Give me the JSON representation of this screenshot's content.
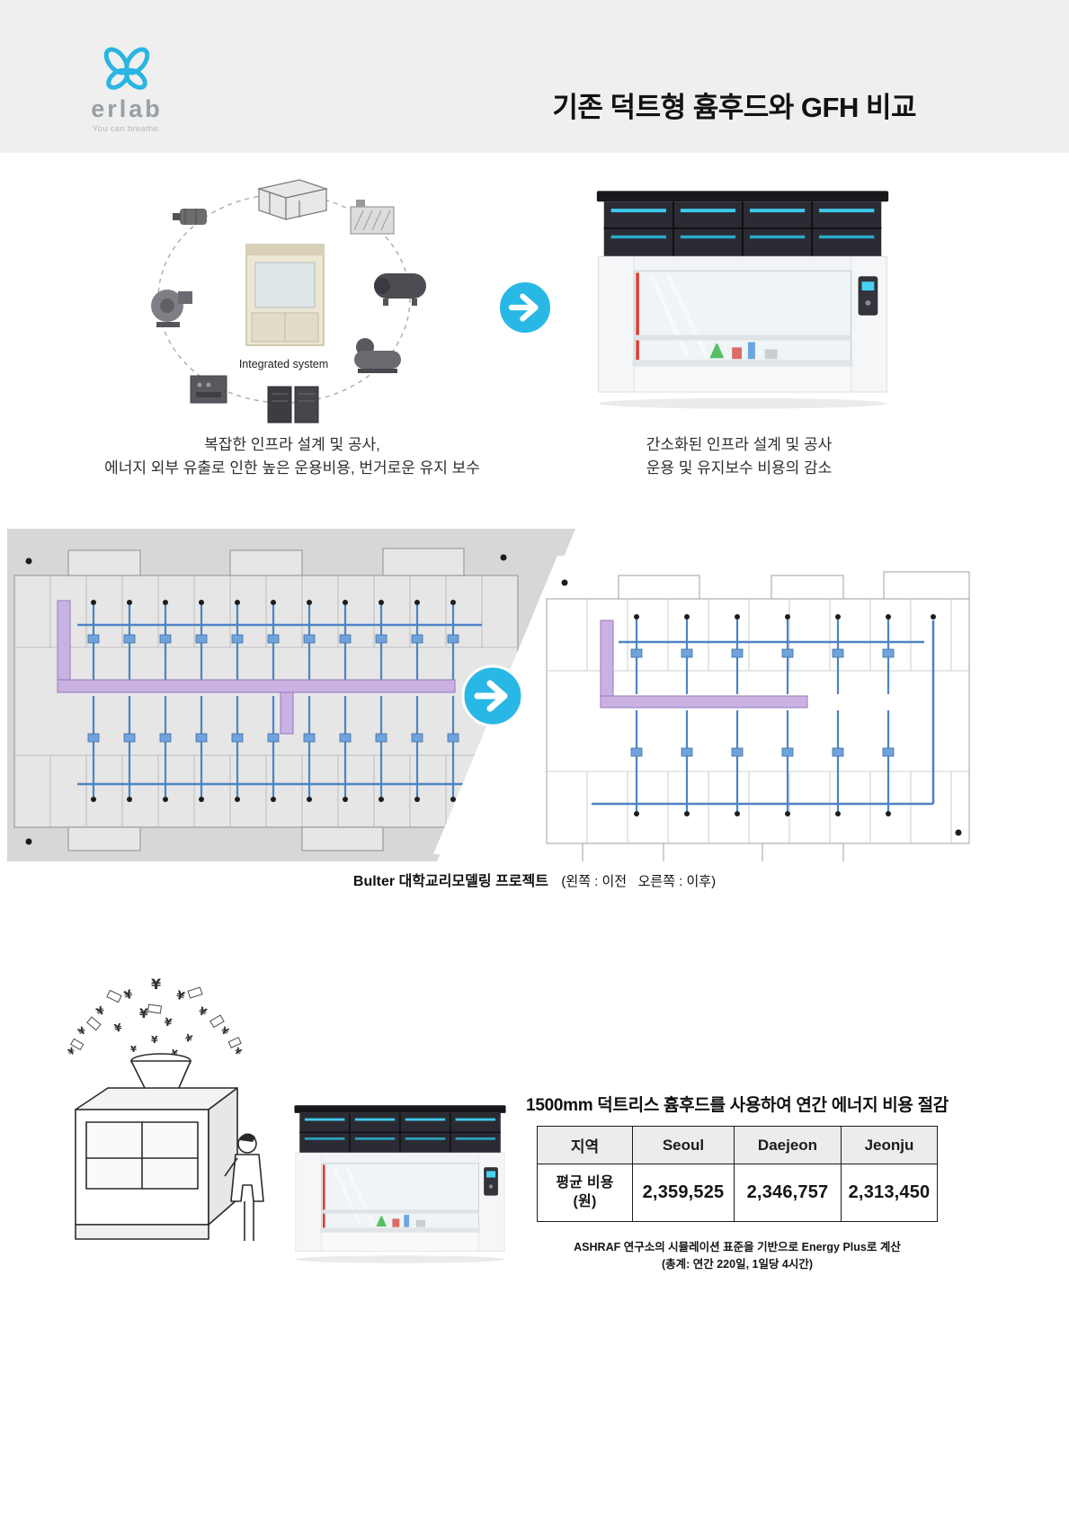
{
  "colors": {
    "accent_cyan": "#29b8e5",
    "header_bg": "#efefef",
    "duct_blue": "#4d84c4",
    "duct_purple": "#c9b2e2",
    "table_header_bg": "#ececec"
  },
  "header": {
    "logo_text": "erlab",
    "logo_tagline": "You can breathe.",
    "title": "기존 덕트형 흄후드와 GFH 비교"
  },
  "section1": {
    "integrated_label": "Integrated system",
    "left_caption": [
      "복잡한 인프라 설계 및 공사,",
      "에너지 외부 유출로 인한 높은 운용비용, 번거로운 유지 보수"
    ],
    "right_caption": [
      "간소화된 인프라 설계 및 공사",
      "운용 및 유지보수 비용의 감소"
    ]
  },
  "floorplan": {
    "brand": "Bulter",
    "project": "대학교리모델링 프로젝트",
    "note": "(왼쪽 : 이전   오른쪽 : 이후)"
  },
  "energy": {
    "title": "1500mm 덕트리스 흄후드를 사용하여 연간 에너지 비용 절감",
    "table": {
      "col_headers": [
        "지역",
        "Seoul",
        "Daejeon",
        "Jeonju"
      ],
      "row_label_line1": "평균 비용",
      "row_label_line2": "(원)",
      "values": [
        "2,359,525",
        "2,346,757",
        "2,313,450"
      ]
    },
    "footnote": [
      "ASHRAF 연구소의 시뮬레이션 표준을 기반으로 Energy Plus로 계산",
      "(총계: 연간 220일, 1일당 4시간)"
    ]
  }
}
